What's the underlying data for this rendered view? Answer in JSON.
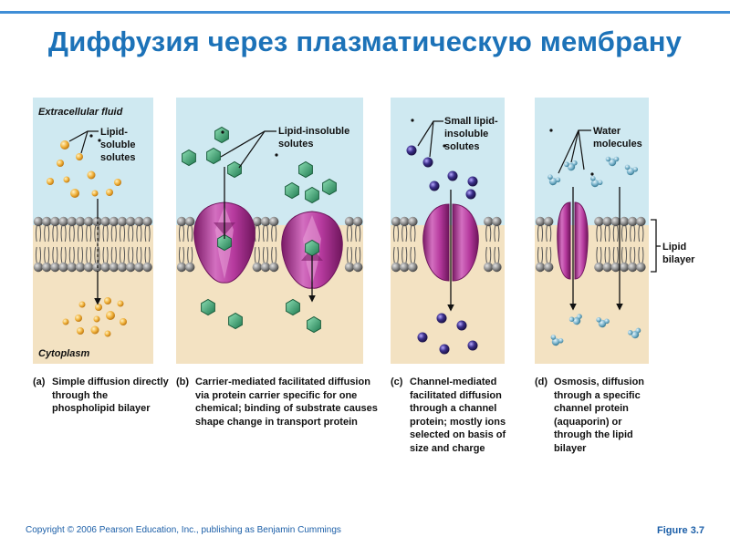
{
  "title": "Диффузия через плазматическую мембрану",
  "labels": {
    "extracellular": "Extracellular fluid",
    "cytoplasm": "Cytoplasm",
    "lipid_soluble": [
      "Lipid-",
      "soluble",
      "solutes"
    ],
    "lipid_insoluble": [
      "Lipid-insoluble",
      "solutes"
    ],
    "small_lipid_insoluble": [
      "Small lipid-",
      "insoluble",
      "solutes"
    ],
    "water": [
      "Water",
      "molecules"
    ],
    "lipid_bilayer": [
      "Lipid",
      "bilayer"
    ]
  },
  "captions": [
    {
      "tag": "(a)",
      "text": "Simple diffusion directly through the phospholipid bilayer"
    },
    {
      "tag": "(b)",
      "text": "Carrier-mediated facilitated diffusion via protein carrier specific for one chemical; binding of substrate causes shape change in transport protein"
    },
    {
      "tag": "(c)",
      "text": "Channel-mediated facilitated diffusion through a channel protein; mostly ions selected on basis of size and charge"
    },
    {
      "tag": "(d)",
      "text": "Osmosis, diffusion through a specific channel protein (aquaporin) or through the lipid bilayer"
    }
  ],
  "footer": {
    "copyright": "Copyright © 2006 Pearson Education, Inc., publishing as Benjamin Cummings",
    "figure": "Figure 3.7"
  },
  "colors": {
    "extracellular": "#cfe9f1",
    "cytoplasm": "#f3e2c2",
    "protein": "#b63a9e",
    "solute_lipid": "#f0b13a",
    "solute_hex": "#3aa572",
    "ion": "#3b2f8a",
    "water": "#7fb7cf",
    "title": "#1c72b8"
  }
}
